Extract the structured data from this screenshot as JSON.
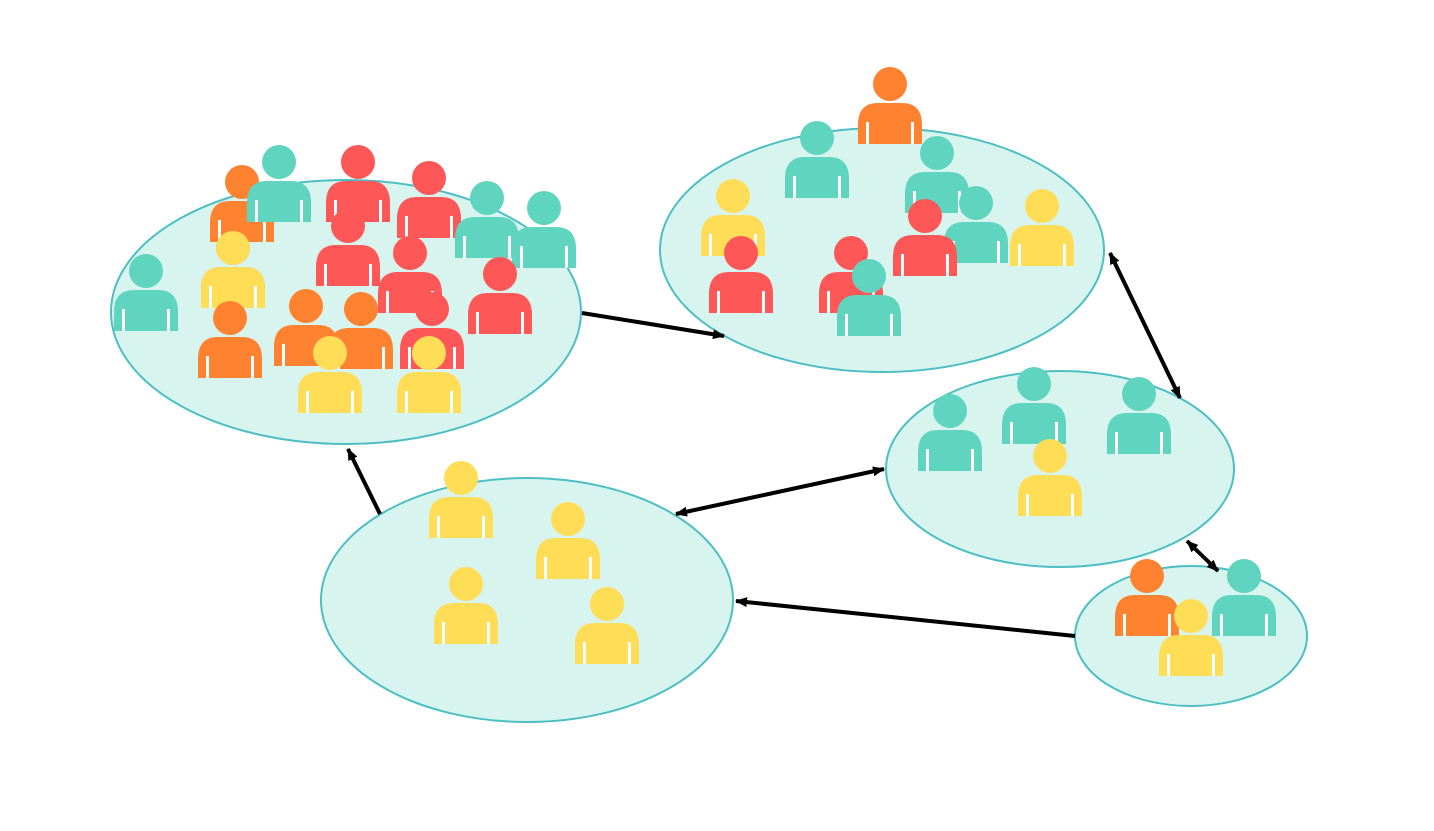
{
  "colors": {
    "group_fill": "#d8f4ee",
    "group_stroke": "#4dbfc4",
    "arrow": "#000000",
    "red": "#fe5757",
    "orange": "#ff8230",
    "teal": "#5fd4bf",
    "yellow": "#ffdd57"
  },
  "groups": [
    {
      "id": "group-top-left",
      "members": [
        "orange",
        "teal",
        "red",
        "red",
        "teal",
        "teal",
        "orange",
        "red",
        "red",
        "red",
        "teal",
        "yellow",
        "orange",
        "yellow",
        "orange",
        "orange",
        "red",
        "yellow",
        "yellow"
      ]
    },
    {
      "id": "group-top-right",
      "members": [
        "orange",
        "teal",
        "teal",
        "yellow",
        "teal",
        "yellow",
        "red",
        "red",
        "red",
        "teal"
      ]
    },
    {
      "id": "group-middle-right",
      "members": [
        "teal",
        "teal",
        "teal",
        "yellow"
      ]
    },
    {
      "id": "group-bottom-center",
      "members": [
        "yellow",
        "yellow",
        "yellow",
        "yellow"
      ]
    },
    {
      "id": "group-bottom-right",
      "members": [
        "orange",
        "teal",
        "yellow"
      ]
    }
  ],
  "connections": [
    {
      "from": "group-top-left",
      "to": "group-top-right",
      "direction": "forward"
    },
    {
      "from": "group-top-right",
      "to": "group-middle-right",
      "direction": "both"
    },
    {
      "from": "group-middle-right",
      "to": "group-bottom-right",
      "direction": "both"
    },
    {
      "from": "group-middle-right",
      "to": "group-bottom-center",
      "direction": "both"
    },
    {
      "from": "group-bottom-right",
      "to": "group-bottom-center",
      "direction": "forward"
    },
    {
      "from": "group-bottom-center",
      "to": "group-top-left",
      "direction": "forward"
    }
  ]
}
